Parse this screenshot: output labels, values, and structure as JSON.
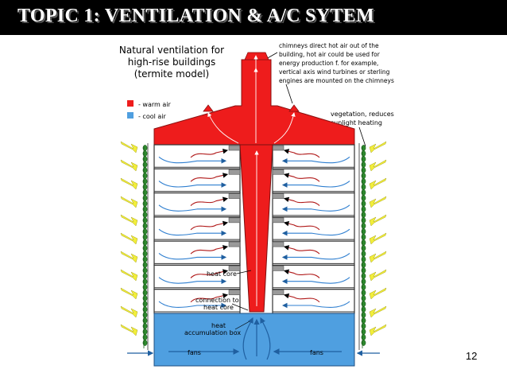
{
  "slide": {
    "title": "TOPIC 1: VENTILATION & A/C SYTEM",
    "page_number": "12"
  },
  "diagram": {
    "heading_lines": [
      "Natural ventilation for",
      "high-rise buildings",
      "(termite model)"
    ],
    "legend": [
      {
        "label": "- warm air",
        "color": "#ee1c1c"
      },
      {
        "label": "- cool air",
        "color": "#4f9fe0"
      }
    ],
    "chimney_note_lines": [
      "chimneys direct hot air out of the",
      "building, hot air could be used for",
      "energy production f. for example,",
      "vertical axis wind turbines or sterling",
      "engines are mounted on the chimneys"
    ],
    "vegetation_note_lines": [
      "vegetation, reduces",
      "sunlight heating"
    ],
    "labels": {
      "heat_core": "heat core",
      "connection_line1": "connection to",
      "connection_line2": "heat core",
      "heat_box_line1": "heat",
      "heat_box_line2": "accumulation box",
      "fans_left": "fans",
      "fans_right": "fans"
    },
    "floor_count": 7,
    "colors": {
      "warm": "#ee1c1c",
      "cool": "#4f9fe0",
      "sun_arrow": "#f2ee3a",
      "vegetation": "#2e8b2e",
      "duct": "#9a9a9a"
    }
  }
}
